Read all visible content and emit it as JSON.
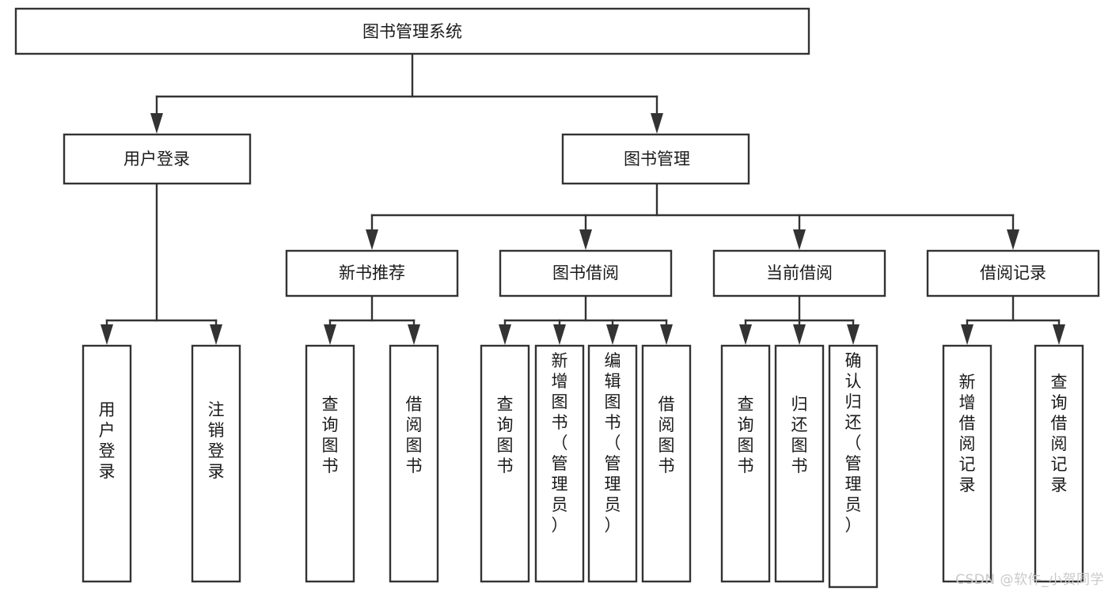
{
  "diagram": {
    "title": "图书管理系统",
    "type": "tree-hierarchy",
    "watermark": "CSDN @软件_小贺同学",
    "root": {
      "id": "root",
      "label": "图书管理系统"
    },
    "level2": [
      {
        "id": "user-login",
        "label": "用户登录"
      },
      {
        "id": "book-management",
        "label": "图书管理"
      }
    ],
    "level3": [
      {
        "id": "new-book-recommend",
        "label": "新书推荐"
      },
      {
        "id": "book-borrow",
        "label": "图书借阅"
      },
      {
        "id": "current-borrow",
        "label": "当前借阅"
      },
      {
        "id": "borrow-record",
        "label": "借阅记录"
      }
    ],
    "leaves": {
      "user_login": [
        {
          "id": "leaf-user-login",
          "label": "用户登录"
        },
        {
          "id": "leaf-logout-login",
          "label": "注销登录"
        }
      ],
      "new_book_recommend": [
        {
          "id": "leaf-query-book-1",
          "label": "查询图书"
        },
        {
          "id": "leaf-borrow-book-1",
          "label": "借阅图书"
        }
      ],
      "book_borrow": [
        {
          "id": "leaf-query-book-2",
          "label": "查询图书"
        },
        {
          "id": "leaf-add-book",
          "label": "新增图书（管理员）"
        },
        {
          "id": "leaf-edit-book",
          "label": "编辑图书（管理员）"
        },
        {
          "id": "leaf-borrow-book-2",
          "label": "借阅图书"
        }
      ],
      "current_borrow": [
        {
          "id": "leaf-query-book-3",
          "label": "查询图书"
        },
        {
          "id": "leaf-return-book",
          "label": "归还图书"
        },
        {
          "id": "leaf-confirm-return",
          "label": "确认归还（管理员）"
        }
      ],
      "borrow_record": [
        {
          "id": "leaf-add-record",
          "label": "新增借阅记录"
        },
        {
          "id": "leaf-query-record",
          "label": "查询借阅记录"
        }
      ]
    },
    "colors": {
      "stroke": "#333333",
      "fill": "#ffffff",
      "text": "#1a1a1a",
      "watermark": "#c9c9c9"
    }
  }
}
